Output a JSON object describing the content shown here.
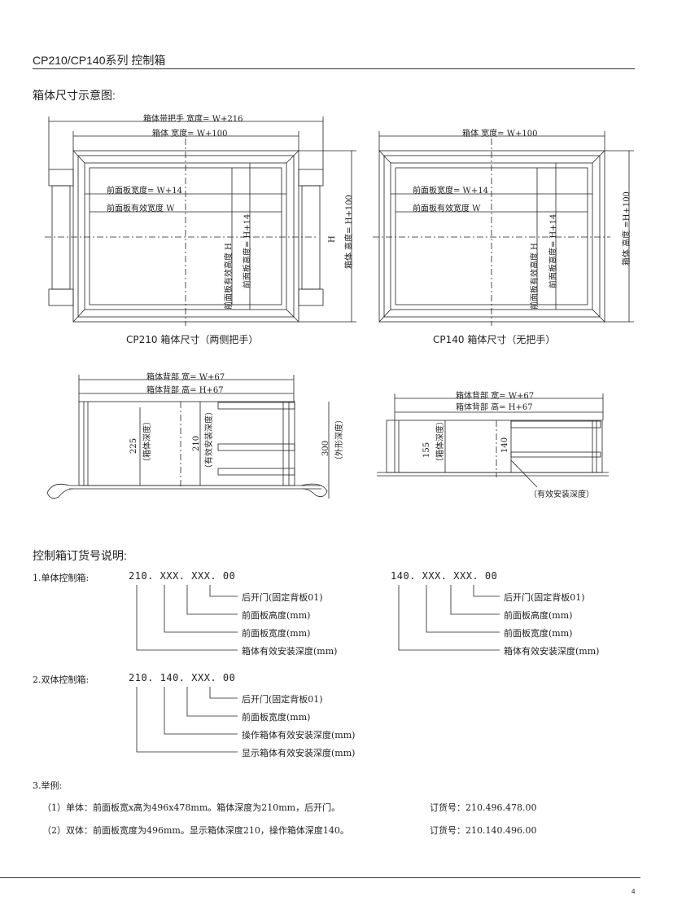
{
  "header": {
    "title": "CP210/CP140系列  控制箱"
  },
  "diagram": {
    "section_title": "箱体尺寸示意图:",
    "cp210": {
      "handle_width": "箱体带把手  宽度= W+216",
      "box_width": "箱体  宽度= W+100",
      "panel_width": "前面板宽度= W+14",
      "panel_eff_width": "前面板有效宽度  W",
      "panel_eff_height": "前面板有效高度  H",
      "panel_height": "前面板高度= H+14",
      "box_height": "箱体 高度= H+100",
      "h_mark": "H",
      "caption": "CP210 箱体尺寸（两侧把手）"
    },
    "cp140": {
      "box_width": "箱体  宽度= W+100",
      "panel_width": "前面板宽度= W+14",
      "panel_eff_width": "前面板有效宽度  W",
      "panel_eff_height": "前面板有效高度  H",
      "panel_height": "前面板高度= H+14",
      "box_height": "箱体  高度  =H+100",
      "caption": "CP140 箱体尺寸（无把手）"
    },
    "side210": {
      "back_width": "箱体背部  宽= W+67",
      "back_height": "箱体背部  高= H+67",
      "d225": "225",
      "d225_label": "（箱体深度）",
      "d210": "210",
      "d210_label": "（有效安装深度）",
      "d300": "300",
      "d300_label": "（外形深度）"
    },
    "side140": {
      "back_width": "箱体背部  宽= W+67",
      "back_height": "箱体背部  高= H+67",
      "d155": "155",
      "d155_label": "（箱体深度）",
      "d140": "140",
      "d140_label": "（有效安装深度）"
    }
  },
  "order": {
    "section_title": "控制箱订货号说明:",
    "single_label": "1.单体控制箱:",
    "single_code_210": "210. XXX. XXX. 00",
    "single_code_140": "140. XXX. XXX. 00",
    "single_items": [
      "后开门(固定背板01)",
      "前面板高度(mm)",
      "前面板宽度(mm)",
      "箱体有效安装深度(mm)"
    ],
    "double_label": "2.双体控制箱:",
    "double_code": "210. 140. XXX. 00",
    "double_items": [
      "后开门(固定背板01)",
      "前面板宽度(mm)",
      "操作箱体有效安装深度(mm)",
      "显示箱体有效安装深度(mm)"
    ],
    "example_label": "3.举例:",
    "ex1_text": "（1）单体：前面板宽x高为496x478mm。箱体深度为210mm，后开门。",
    "ex1_order": "订货号：210.496.478.00",
    "ex2_text": "（2）双体：前面板宽度为496mm。显示箱体深度210，操作箱体深度140。",
    "ex2_order": "订货号：210.140.496.00"
  },
  "footer": {
    "page": "4"
  }
}
